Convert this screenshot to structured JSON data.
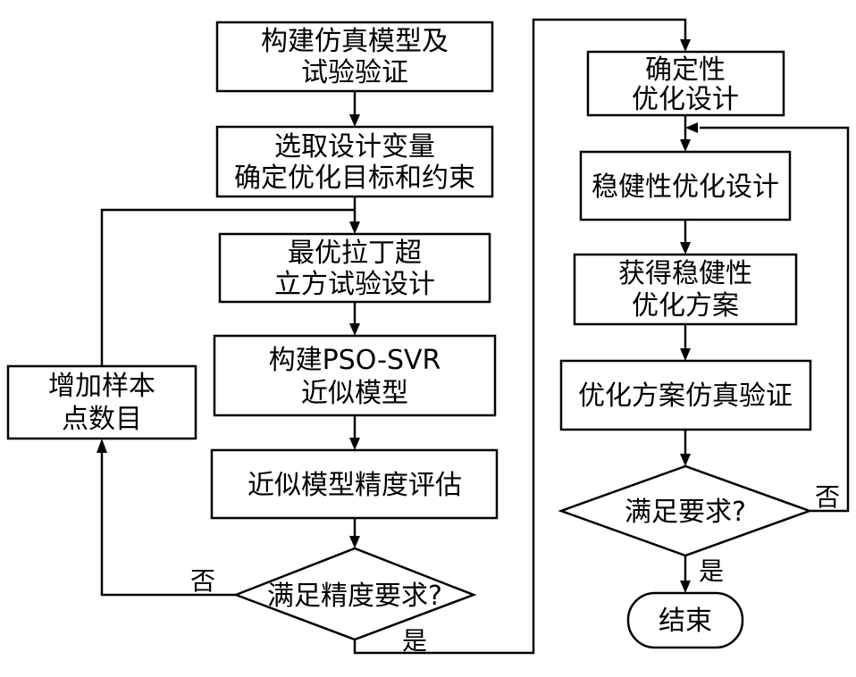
{
  "nodes": {
    "build_model": [
      "构建仿真模型及",
      "试验验证"
    ],
    "select_vars": [
      "选取设计变量",
      "确定优化目标和约束"
    ],
    "lhs": [
      "最优拉丁超",
      "立方试验设计"
    ],
    "pso_svr": [
      "构建PSO-SVR",
      "近似模型"
    ],
    "accuracy": [
      "近似模型精度评估"
    ],
    "check_accuracy": [
      "满足精度要求?"
    ],
    "add_samples": [
      "增加样本",
      "点数目"
    ],
    "deterministic": [
      "确定性",
      "优化设计"
    ],
    "robust": [
      "稳健性优化设计"
    ],
    "robust_plan": [
      "获得稳健性",
      "优化方案"
    ],
    "sim_verify": [
      "优化方案仿真验证"
    ],
    "check_req": [
      "满足要求?"
    ],
    "end": [
      "结束"
    ]
  },
  "edge_labels": {
    "accuracy_no": "否",
    "accuracy_yes": "是",
    "req_no": "否",
    "req_yes": "是"
  }
}
